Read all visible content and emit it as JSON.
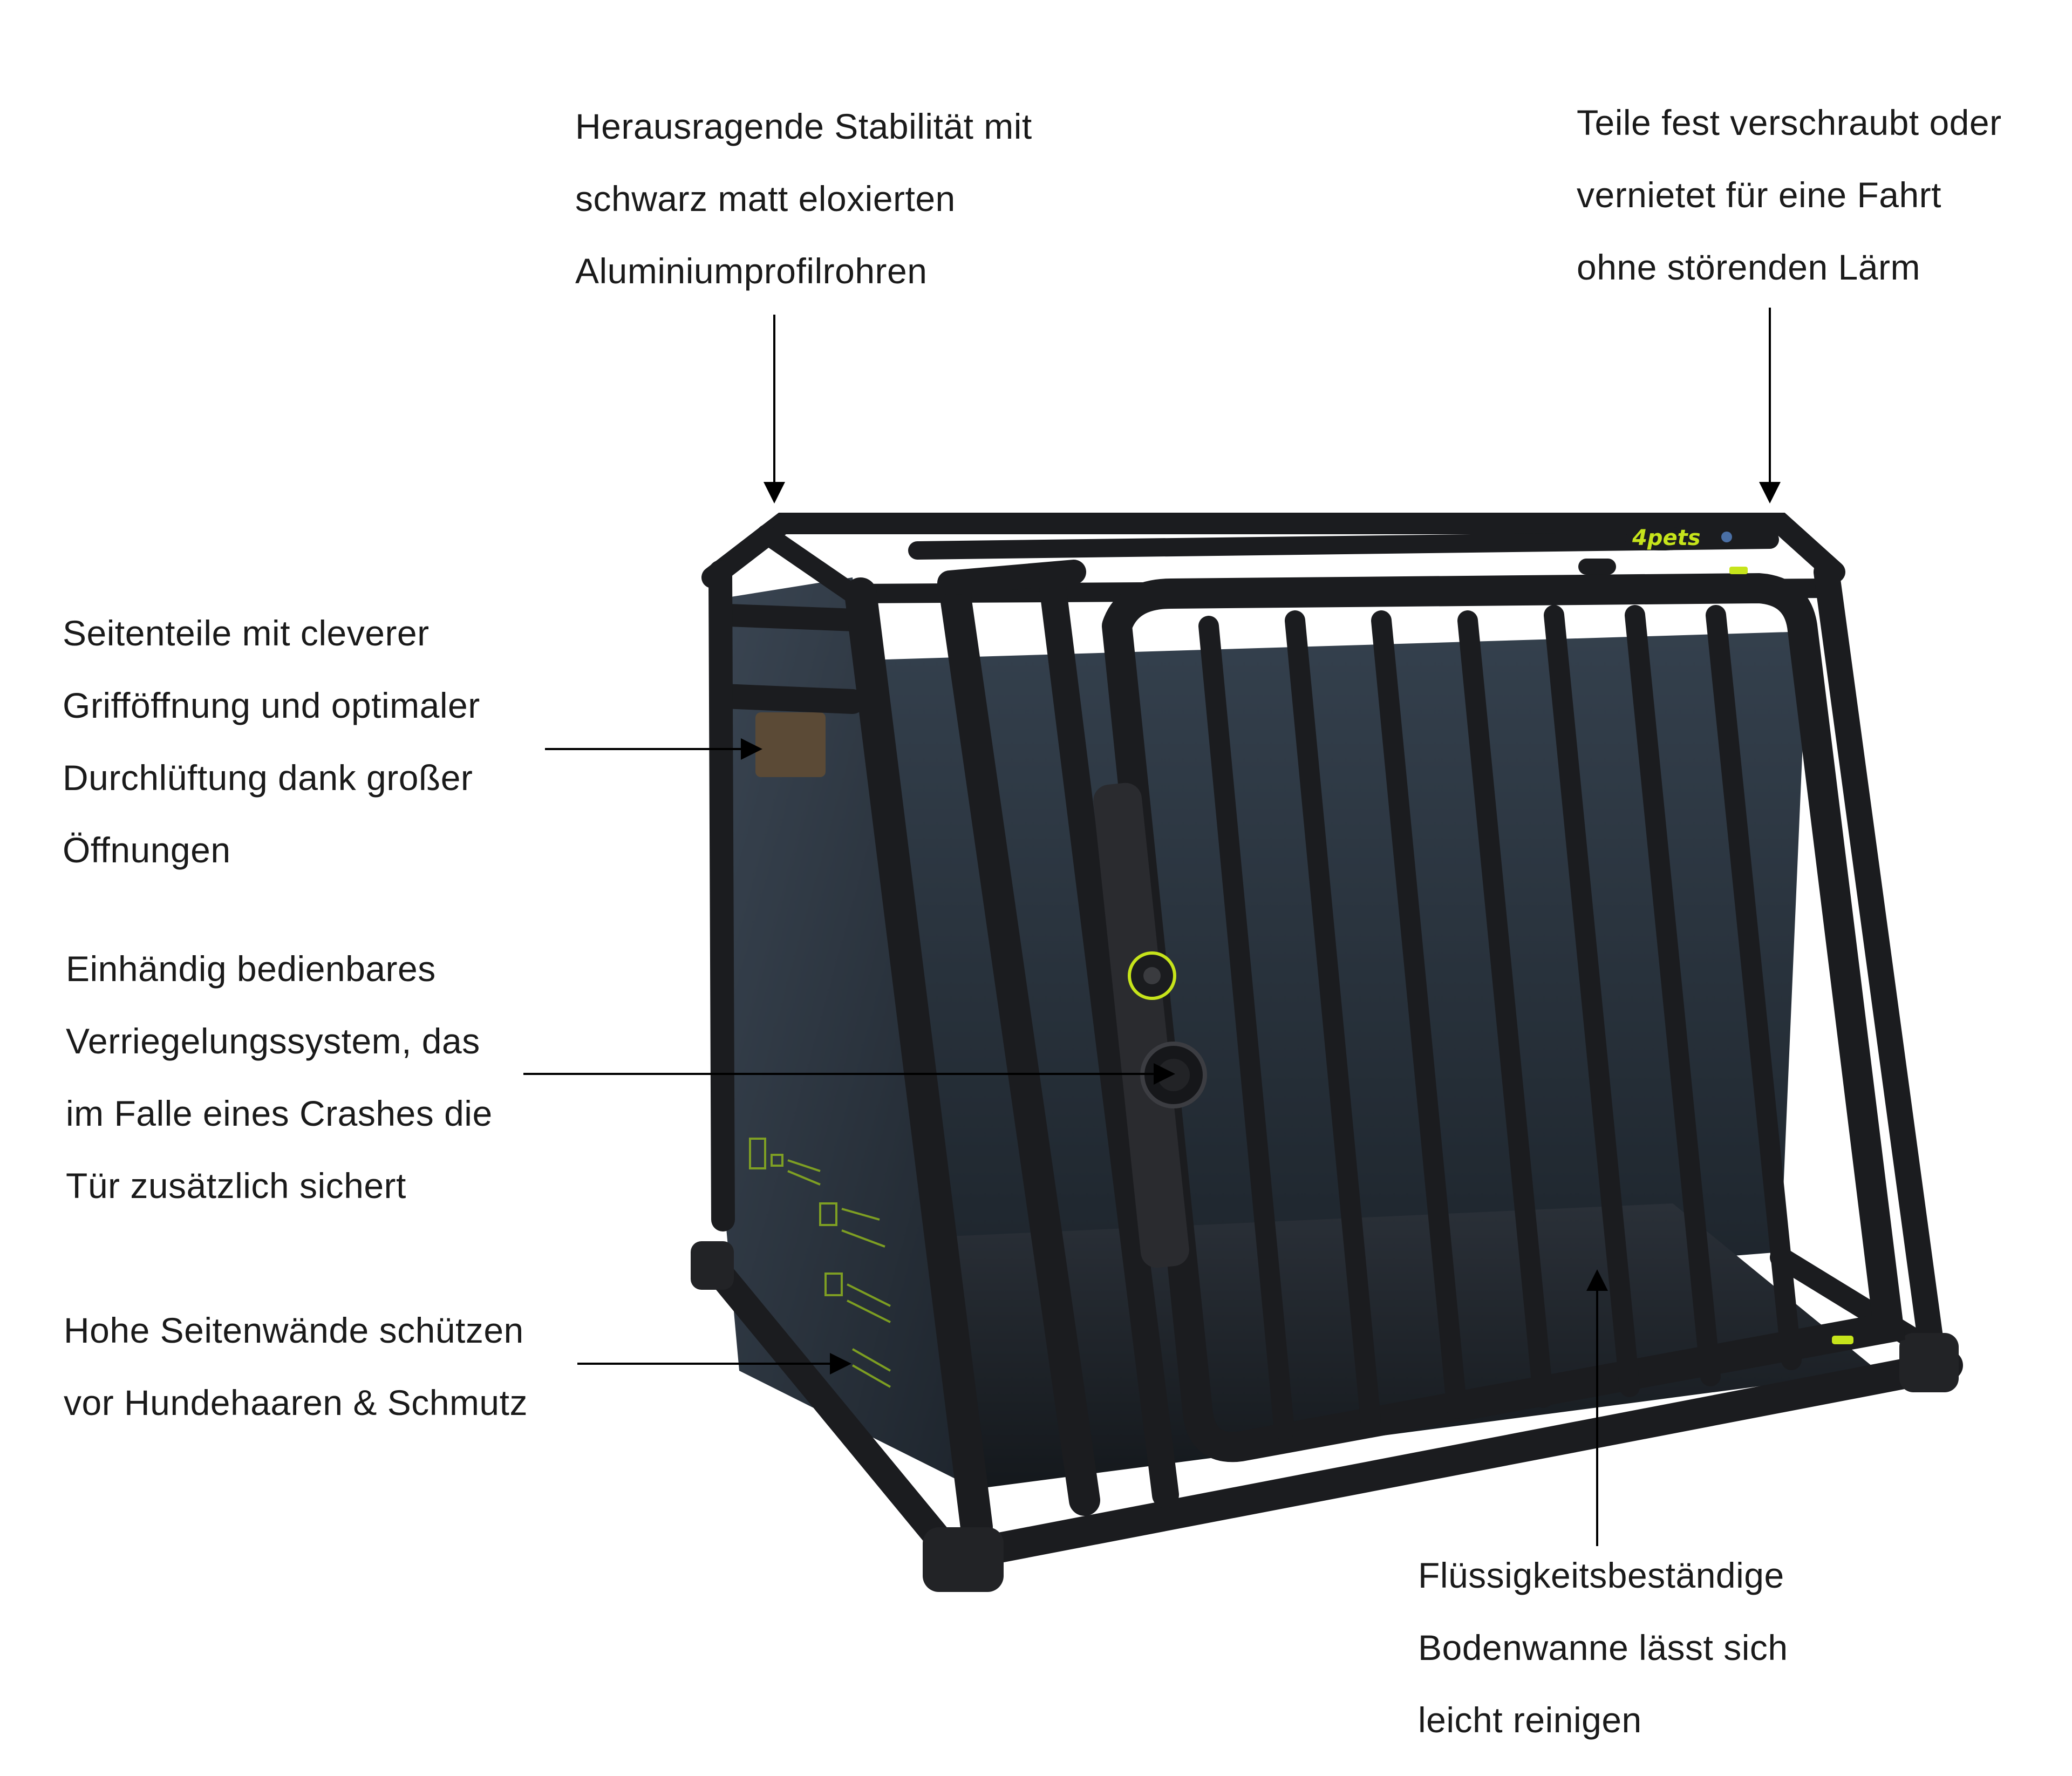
{
  "brand": {
    "logo_text": "4pets",
    "accent_color": "#c6e41b",
    "frame_color": "#1c1d20",
    "panel_color": "#2b3440"
  },
  "callouts": {
    "stability": [
      "Herausragende Stabilität mit",
      "schwarz matt eloxierten",
      "Aluminiumprofilrohren"
    ],
    "screwed": [
      "Teile fest verschraubt oder",
      "vernietet für eine Fahrt",
      "ohne störenden Lärm"
    ],
    "side_panels": [
      "Seitenteile mit cleverer",
      "Grifföffnung und optimaler",
      "Durchlüftung dank großer",
      "Öffnungen"
    ],
    "locking": [
      "Einhändig bedienbares",
      "Verriegelungssystem, das",
      "im Falle eines Crashes die",
      "Tür zusätzlich sichert"
    ],
    "side_walls": [
      "Hohe Seitenwände schützen",
      "vor Hundehaaren & Schmutz"
    ],
    "floor_tray": [
      "Flüssigkeitsbeständige",
      "Bodenwanne lässt sich",
      "leicht reinigen"
    ]
  }
}
